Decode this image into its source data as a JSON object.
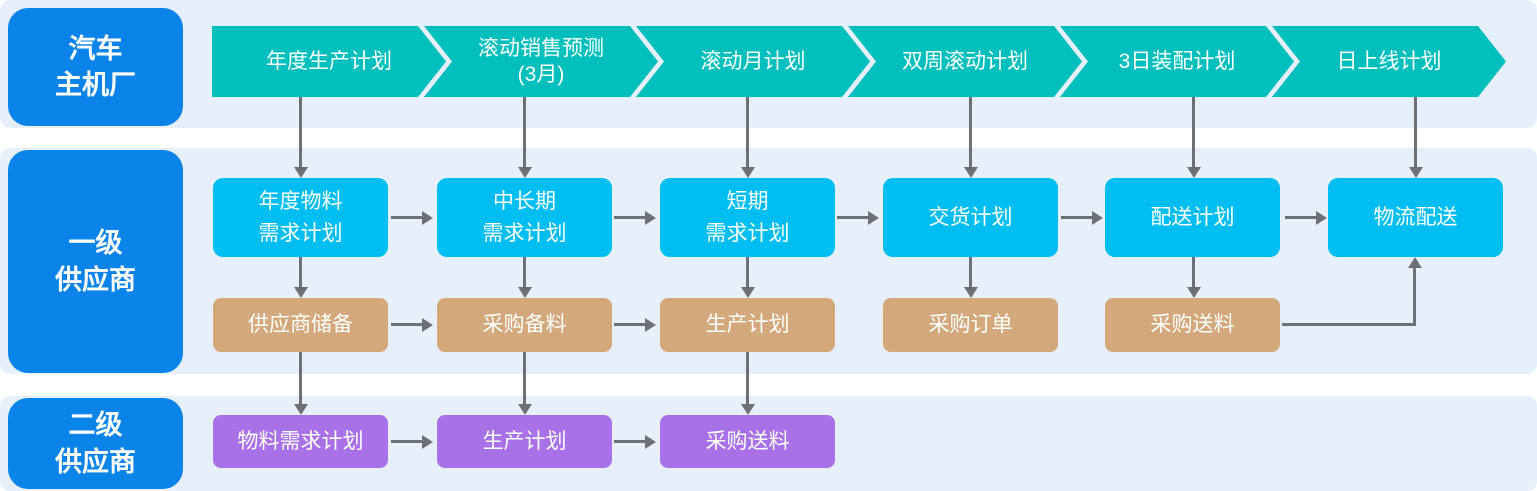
{
  "rows": [
    {
      "label": "汽车\n主机厂"
    },
    {
      "label": "一级\n供应商"
    },
    {
      "label": "二级\n供应商"
    }
  ],
  "oem_chain": [
    "年度生产计划",
    "滚动销售预测\n(3月)",
    "滚动月计划",
    "双周滚动计划",
    "3日装配计划",
    "日上线计划"
  ],
  "tier1_plans": [
    "年度物料\n需求计划",
    "中长期\n需求计划",
    "短期\n需求计划",
    "交货计划",
    "配送计划",
    "物流配送"
  ],
  "tier1_ops": [
    "供应商储备",
    "采购备料",
    "生产计划",
    "采购订单",
    "采购送料"
  ],
  "tier2_chain": [
    "物料需求计划",
    "生产计划",
    "采购送料"
  ],
  "colors": {
    "row-label": "#0b84ea",
    "chevron": "#00bfbc",
    "plan": "#00bdf2",
    "ops": "#d3a87a",
    "tier2": "#a871e8",
    "band": "#e6f0fb",
    "arrow": "#6d7175",
    "text-on-fill": "#ffffff"
  }
}
